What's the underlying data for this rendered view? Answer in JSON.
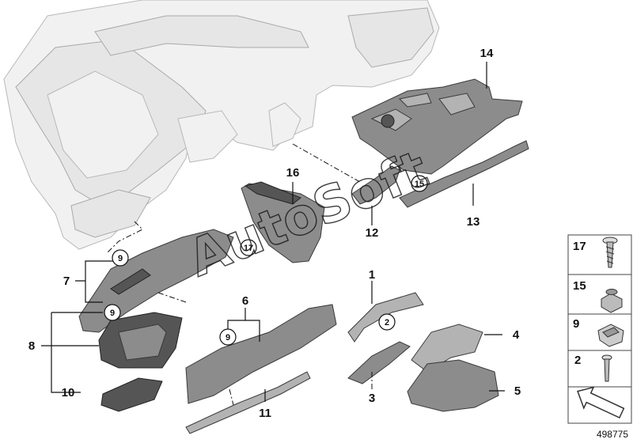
{
  "watermark": "AutoSoft",
  "document_number": "498775",
  "callouts": {
    "c1": "1",
    "c2": "2",
    "c3": "3",
    "c4": "4",
    "c5": "5",
    "c6": "6",
    "c7": "7",
    "c8": "8",
    "c10": "10",
    "c11": "11",
    "c12": "12",
    "c13": "13",
    "c14": "14",
    "c16": "16"
  },
  "circled_refs": {
    "r9a": "9",
    "r9b": "9",
    "r9c": "9",
    "r17": "17",
    "r15": "15",
    "r2": "2"
  },
  "legend": [
    "17",
    "15",
    "9",
    "2"
  ]
}
